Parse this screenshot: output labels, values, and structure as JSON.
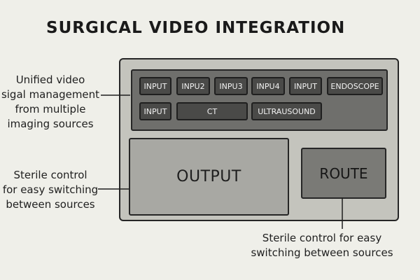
{
  "title": "SURGICAL VIDEO INTEGRATION",
  "inputs": [
    {
      "label": "INPUT"
    },
    {
      "label": "INPU2"
    },
    {
      "label": "INPU3"
    },
    {
      "label": "INPU4"
    },
    {
      "label": "INPUT"
    },
    {
      "label": "ENDOSCOPE"
    },
    {
      "label": "INPUT"
    },
    {
      "label": "CT"
    },
    {
      "label": "ULTRAUSOUND"
    }
  ],
  "output_label": "OUTPUT",
  "route_label": "ROUTE",
  "annotations": {
    "left_top": [
      "Unified video",
      "sigal management",
      "from multiple",
      "imaging sources"
    ],
    "left_bottom": [
      "Sterile control",
      "for easy switching",
      "between sources"
    ],
    "bottom": [
      "Sterile control for easy",
      "switching between sources"
    ]
  }
}
